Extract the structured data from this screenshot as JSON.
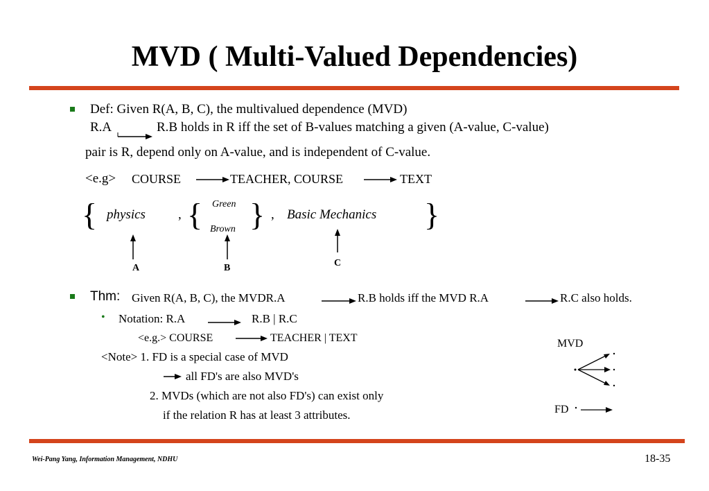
{
  "slide": {
    "title": "MVD ( Multi-Valued Dependencies)",
    "def": {
      "line1": "Def: Given R(A, B, C), the multivalued dependence (MVD)",
      "line2_a": "R.A",
      "line2_b": "R.B holds in R iff the set of B-values matching a given (A-value, C-value)",
      "line3": "pair is R, depend only on A-value, and is independent of C-value."
    },
    "example": {
      "prefix": "<e.g>",
      "course1": "COURSE",
      "teacher_course": "TEACHER, COURSE",
      "text": "TEXT"
    },
    "tuple": {
      "physics": "physics",
      "comma1": ",",
      "green": "Green",
      "brown": "Brown",
      "comma2": ",",
      "basic": "Basic Mechanics",
      "label_a": "A",
      "label_b": "B",
      "label_c": "C"
    },
    "thm": {
      "label": "Thm:",
      "part1": "Given R(A, B, C), the MVDR.A",
      "part2": "R.B holds iff the MVD R.A",
      "part3": "R.C also holds."
    },
    "notation": {
      "part1": "Notation: R.A",
      "part2": "R.B | R.C"
    },
    "eg2": {
      "part1": "<e.g.> COURSE",
      "part2": "TEACHER | TEXT"
    },
    "note": {
      "line1": "<Note> 1. FD is a special case of MVD",
      "line2": "all FD's are also MVD's",
      "line3": "2. MVDs (which are not also FD's) can exist only",
      "line4": "if the relation R has at least 3 attributes."
    },
    "diagram": {
      "mvd_label": "MVD",
      "fd_label": "FD"
    },
    "footer": {
      "author": "Wei-Pang Yang, Information Management, NDHU",
      "page": "18-35"
    }
  }
}
